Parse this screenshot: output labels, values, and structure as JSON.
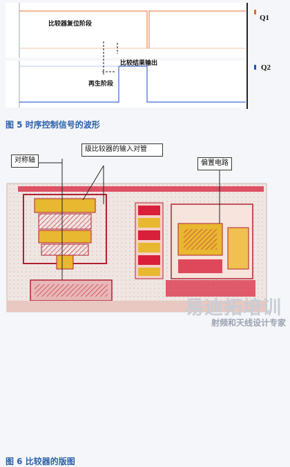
{
  "figure5": {
    "caption": "图 5 时序控制信号的波形",
    "signals": {
      "q1": {
        "label": "Q1",
        "marker_color": "#e07020"
      },
      "q2": {
        "label": "Q2",
        "marker_color": "#2050c0"
      }
    },
    "annotations": {
      "reset_phase": "比较器复位阶段",
      "regen_phase": "再生阶段",
      "output_phase": "比较结果输出"
    }
  },
  "figure6": {
    "caption": "图 6 比较器的版图",
    "labels": {
      "symmetry_axis": "对称轴",
      "input_pair": "级比较器的输入对管",
      "bias_circuit": "偏置电路"
    }
  },
  "watermark": {
    "main": "易迪拓培训",
    "sub": "射频和天线设计专家"
  },
  "colors": {
    "caption": "#2a5fa8",
    "layout_red": "#d8203a",
    "layout_yellow": "#e8b830",
    "layout_bg": "#efe6e2"
  }
}
